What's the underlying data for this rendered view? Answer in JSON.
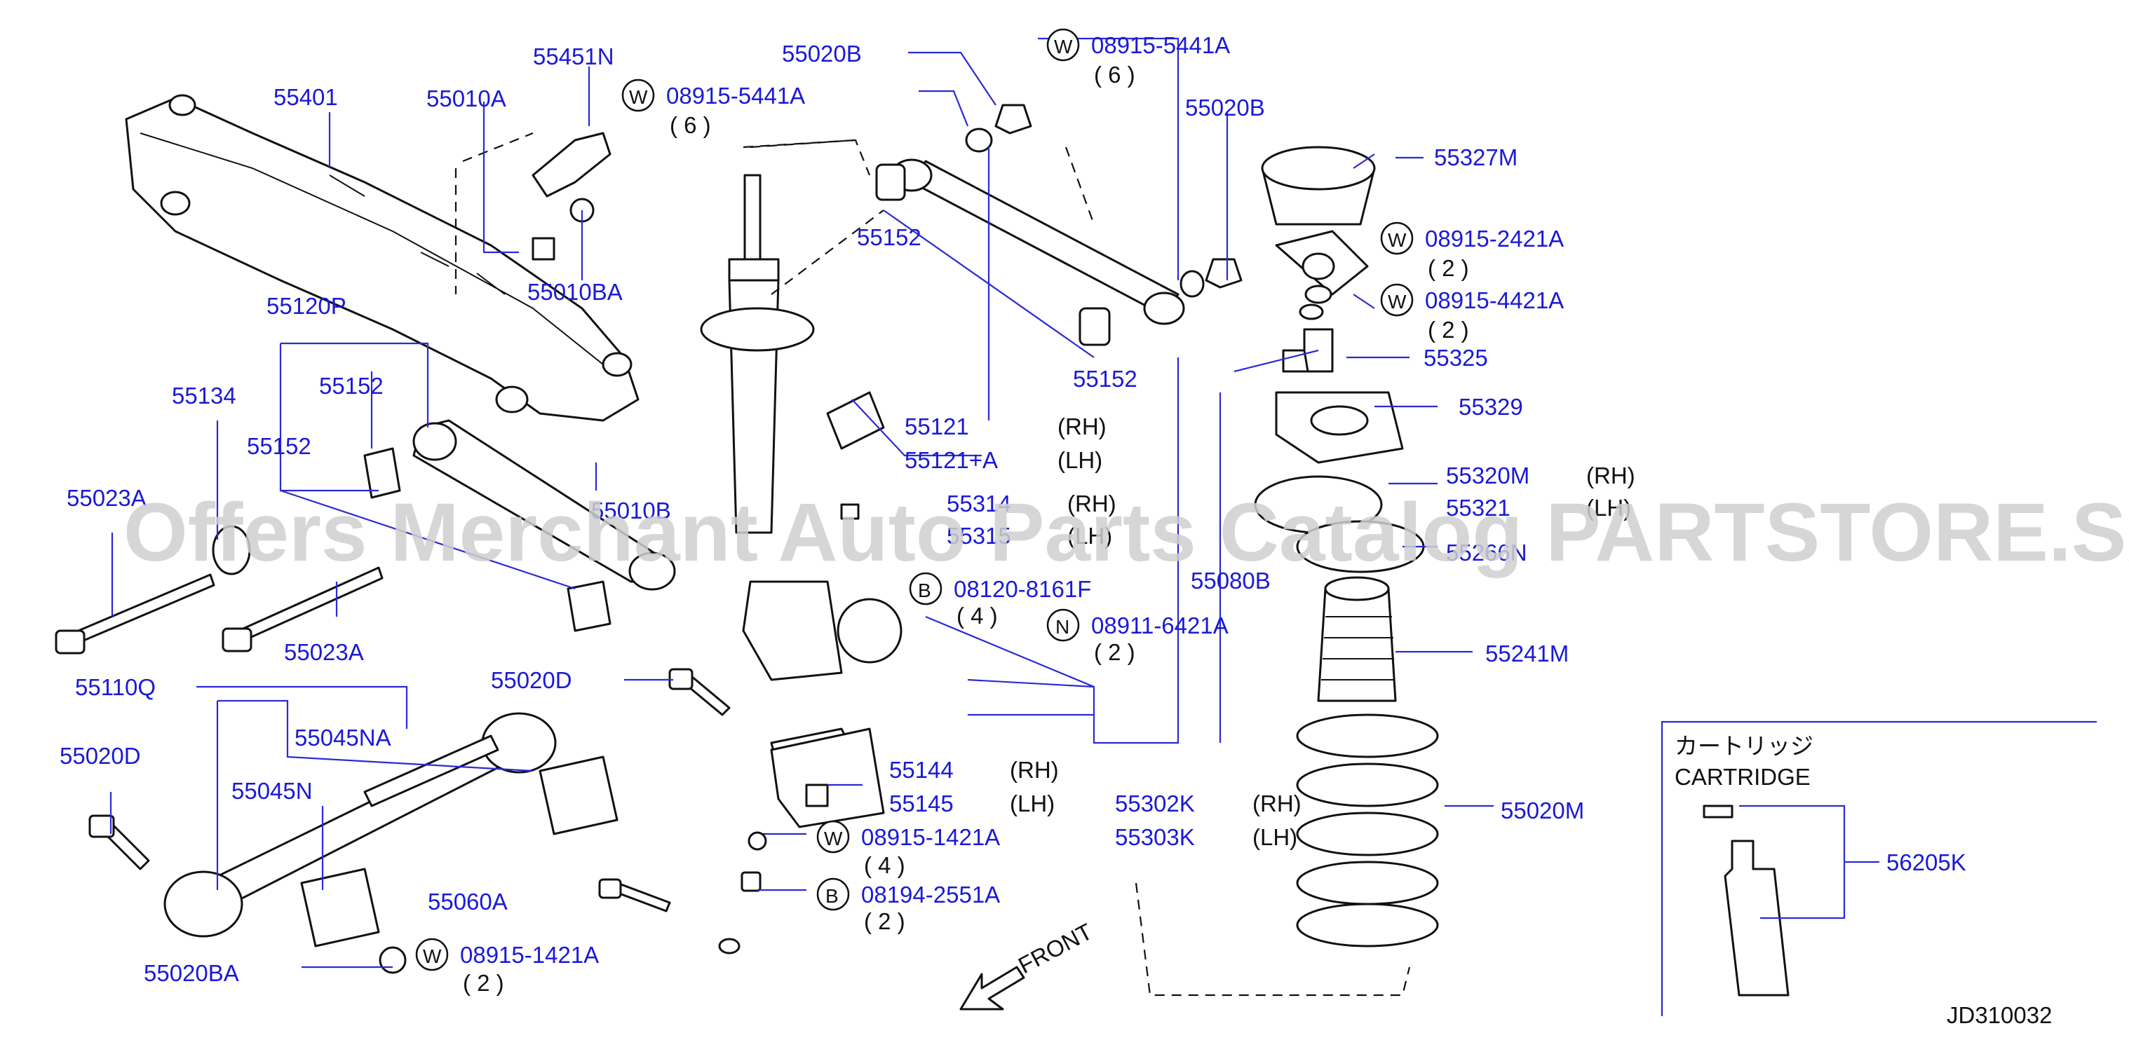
{
  "diagram_id": "JD310032",
  "watermark": "Offers Merchant Auto Parts Catalog PARTSTORE.SA",
  "front_label": "FRONT",
  "cartridge": {
    "jp": "カートリッジ",
    "en": "CARTRIDGE"
  },
  "labels": {
    "p55401": "55401",
    "p55010A": "55010A",
    "p55451N": "55451N",
    "p55010BA": "55010BA",
    "p55120P": "55120P",
    "p55134": "55134",
    "p55152_a": "55152",
    "p55152_b": "55152",
    "p55152_c": "55152",
    "p55152_d": "55152",
    "p55023A_a": "55023A",
    "p55023A_b": "55023A",
    "p55010B": "55010B",
    "p55110Q": "55110Q",
    "p55045NA": "55045NA",
    "p55045N": "55045N",
    "p55020D_a": "55020D",
    "p55020D_b": "55020D",
    "p55020BA": "55020BA",
    "p55060A": "55060A",
    "p55020B_a": "55020B",
    "p55020B_b": "55020B",
    "p55121": "55121",
    "p55121A": "55121+A",
    "p55314": "55314",
    "p55315": "55315",
    "p55144": "55144",
    "p55145": "55145",
    "p55327M": "55327M",
    "p55325": "55325",
    "p55329": "55329",
    "p55320M": "55320M",
    "p55321": "55321",
    "p55266N": "55266N",
    "p55080B": "55080B",
    "p55241M": "55241M",
    "p55302K": "55302K",
    "p55303K": "55303K",
    "p55020M": "55020M",
    "p56205K": "56205K"
  },
  "side": {
    "rh": "(RH)",
    "lh": "(LH)"
  },
  "fasteners": {
    "w08915_5441A_a": {
      "code": "W",
      "part": "08915-5441A",
      "qty": "( 6 )"
    },
    "w08915_5441A_b": {
      "code": "W",
      "part": "08915-5441A",
      "qty": "( 6 )"
    },
    "w08915_2421A": {
      "code": "W",
      "part": "08915-2421A",
      "qty": "( 2 )"
    },
    "w08915_4421A": {
      "code": "W",
      "part": "08915-4421A",
      "qty": "( 2 )"
    },
    "b08120_8161F": {
      "code": "B",
      "part": "08120-8161F",
      "qty": "( 4 )"
    },
    "n08911_6421A": {
      "code": "N",
      "part": "08911-6421A",
      "qty": "( 2 )"
    },
    "w08915_1421A_a": {
      "code": "W",
      "part": "08915-1421A",
      "qty": "( 4 )"
    },
    "b08194_2551A": {
      "code": "B",
      "part": "08194-2551A",
      "qty": "( 2 )"
    },
    "w08915_1421A_b": {
      "code": "W",
      "part": "08915-1421A",
      "qty": "( 2 )"
    }
  },
  "colors": {
    "label": "#1a1ad6",
    "line": "#2a2ad6",
    "ink": "#111111",
    "watermark": "#cfcfcf"
  }
}
